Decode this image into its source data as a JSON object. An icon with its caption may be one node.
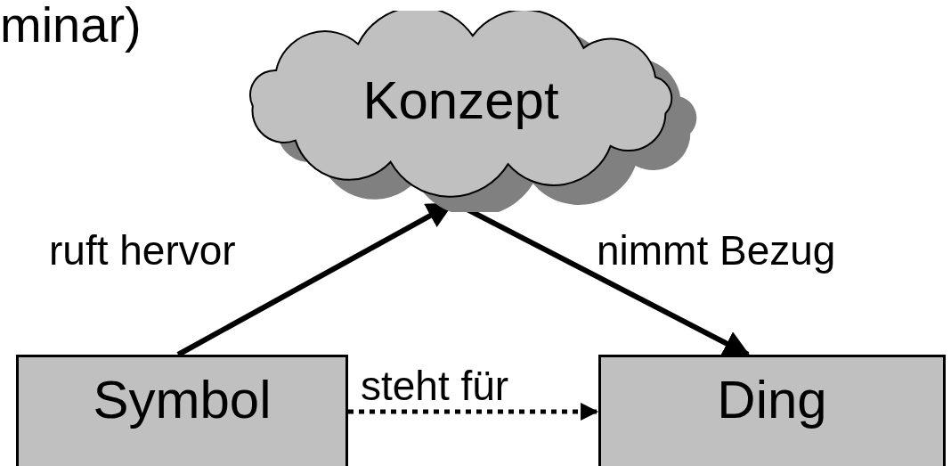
{
  "diagram": {
    "nodes": [
      {
        "text": [
          "Konzept"
        ]
      },
      {
        "text": [
          "Symbol"
        ]
      },
      {
        "text": [
          "Ding"
        ]
      }
    ],
    "edges": [
      {
        "from": 1,
        "to": 0,
        "arrow": "to",
        "label": "ruft hervor"
      },
      {
        "from": 0,
        "to": 2,
        "arrow": "to",
        "label": "nimmt Bezug"
      },
      {
        "from": 1,
        "to": 2,
        "arrow": "to",
        "label": "steht für",
        "style": "dashed"
      }
    ],
    "labels": [
      "minar)"
    ]
  }
}
